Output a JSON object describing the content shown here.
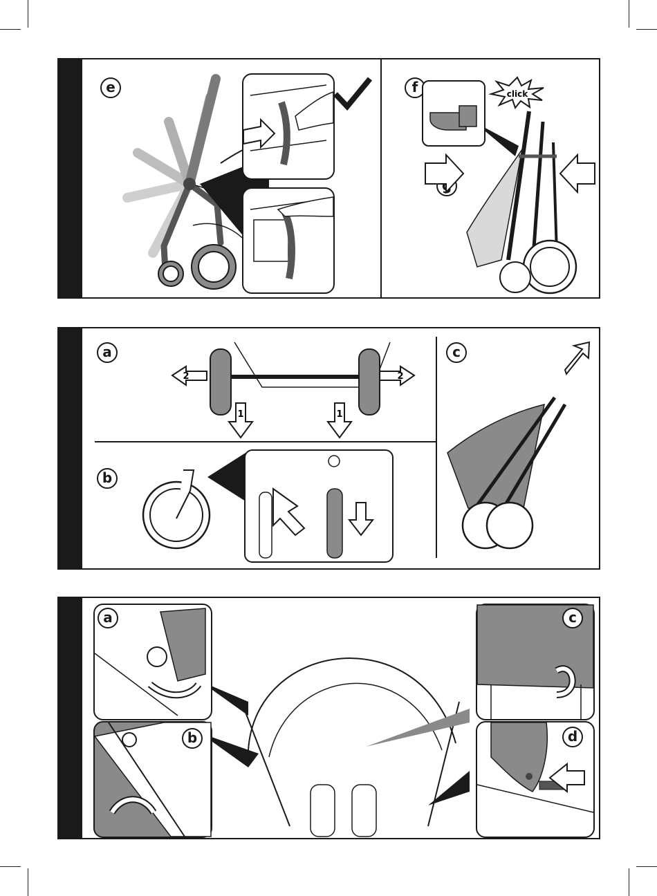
{
  "panel_top": {
    "step_e": "e",
    "step_f": "f",
    "step_g": "g",
    "click_label": "click"
  },
  "panel_middle": {
    "step_a": "a",
    "step_b": "b",
    "step_c": "c",
    "arrow_1_left": "1",
    "arrow_1_right": "1",
    "arrow_2_left": "2",
    "arrow_2_right": "2"
  },
  "panel_bottom": {
    "step_a": "a",
    "step_b": "b",
    "step_c": "c",
    "step_d": "d"
  },
  "colors": {
    "ink": "#1a1a1a",
    "fabric_grey": "#8a8a8a",
    "light_grey": "#cfcfcf"
  }
}
